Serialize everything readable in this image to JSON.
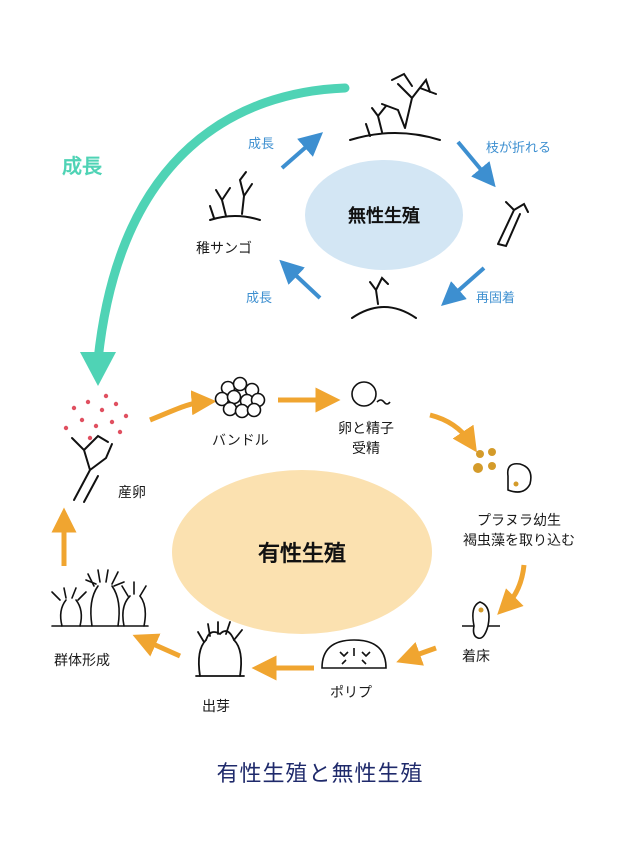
{
  "asexual_cycle": {
    "center_label": "無性生殖",
    "juvenile_label": "稚サンゴ",
    "steps": {
      "growth_top": "成長",
      "branch_breaks": "枝が折れる",
      "reattach": "再固着",
      "growth_bottom": "成長"
    }
  },
  "growth_link_label": "成長",
  "sexual_cycle": {
    "center_label": "有性生殖",
    "stages": {
      "spawning": "産卵",
      "bundle": "バンドル",
      "fertilization_line1": "卵と精子",
      "fertilization_line2": "受精",
      "planula_line1": "プラヌラ幼生",
      "planula_line2": "褐虫藻を取り込む",
      "settlement": "着床",
      "polyp": "ポリプ",
      "budding": "出芽",
      "colony": "群体形成"
    }
  },
  "caption": "有性生殖と無性生殖",
  "colors": {
    "asexual_arrow": "#3d8fd0",
    "sexual_arrow": "#f0a530",
    "growth_arrow": "#4fd3b5",
    "asexual_fill": "#d3e6f4",
    "sexual_fill": "#fbe1b0",
    "caption_text": "#1f2a6b"
  }
}
